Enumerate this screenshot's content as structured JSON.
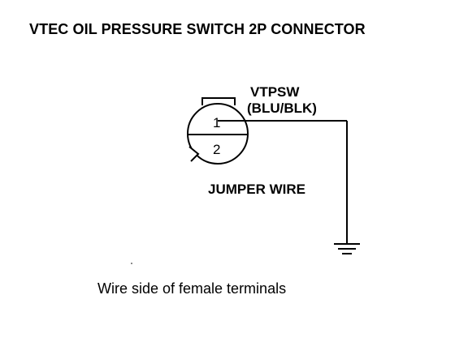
{
  "diagram": {
    "title": "VTEC OIL PRESSURE SWITCH 2P CONNECTOR",
    "wire_name": "VTPSW",
    "wire_color": "(BLU/BLK)",
    "jumper_label": "JUMPER WIRE",
    "caption": "Wire side of female terminals",
    "pins": {
      "pin1": "1",
      "pin2": "2"
    },
    "colors": {
      "ink": "#000000",
      "background": "#ffffff"
    }
  }
}
